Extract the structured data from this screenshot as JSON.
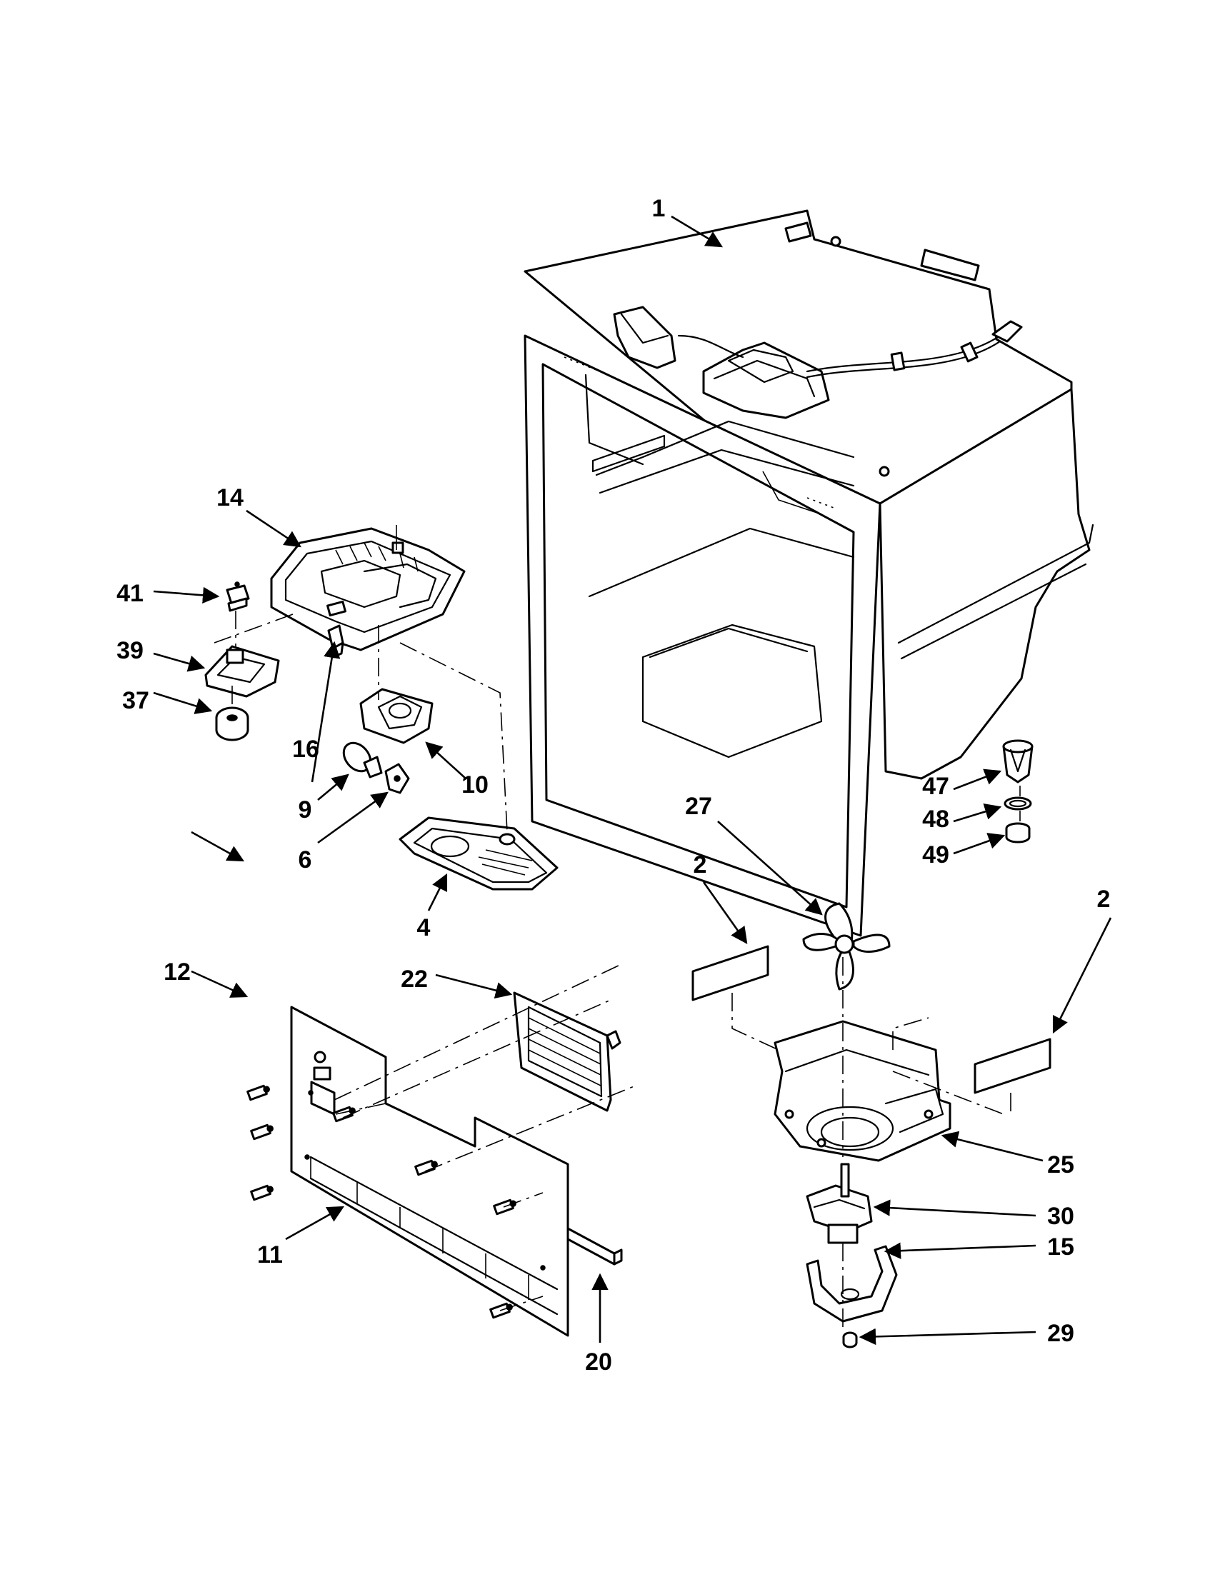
{
  "callouts": {
    "c1": "1",
    "c2a": "2",
    "c2b": "2",
    "c4": "4",
    "c6": "6",
    "c9": "9",
    "c10": "10",
    "c11": "11",
    "c12": "12",
    "c14": "14",
    "c15": "15",
    "c16": "16",
    "c20": "20",
    "c22": "22",
    "c25": "25",
    "c27": "27",
    "c29": "29",
    "c30": "30",
    "c37": "37",
    "c39": "39",
    "c41": "41",
    "c47": "47",
    "c48": "48",
    "c49": "49"
  },
  "colors": {
    "line": "#000000",
    "background": "#ffffff"
  }
}
